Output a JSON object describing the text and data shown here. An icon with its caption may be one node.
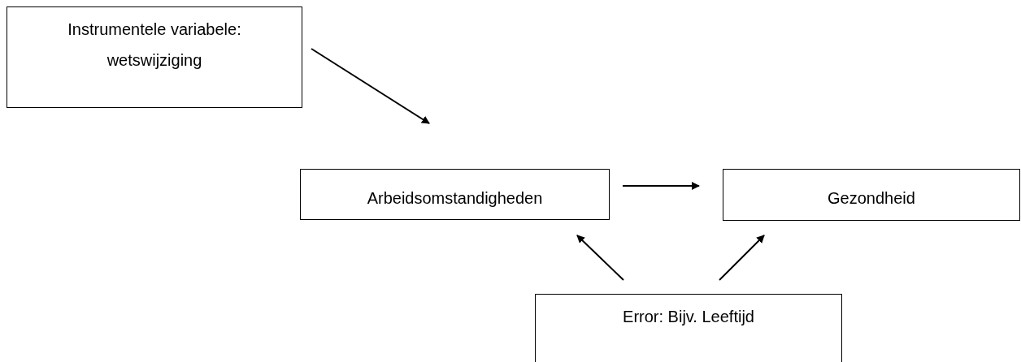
{
  "diagram": {
    "nodes": [
      {
        "text": [
          "Instrumentele variabele: wetswijziging"
        ]
      },
      {
        "text": [
          "Arbeidsomstandigheden"
        ]
      },
      {
        "text": [
          "Gezondheid"
        ]
      },
      {
        "text": [
          "Error: Bijv. Leeftijd"
        ]
      }
    ],
    "edges": [
      {
        "from": 0,
        "to": 1,
        "arrow": "to"
      },
      {
        "from": 1,
        "to": 2,
        "arrow": "to"
      },
      {
        "from": 3,
        "to": 1,
        "arrow": "to"
      },
      {
        "from": 3,
        "to": 2,
        "arrow": "to"
      }
    ]
  }
}
